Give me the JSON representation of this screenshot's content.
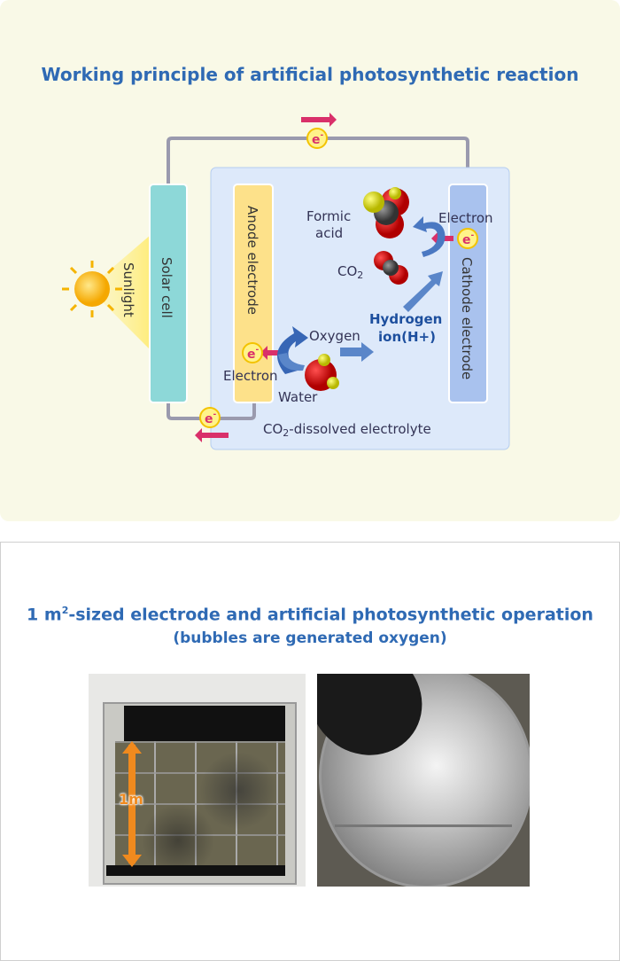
{
  "top": {
    "title": "Working principle of artificial photosynthetic reaction"
  },
  "diagram": {
    "sunlight": "Sunlight",
    "solar_cell": "Solar cell",
    "anode": "Anode electrode",
    "cathode": "Cathode electrode",
    "electron_symbol": "e",
    "electron_sup": "-",
    "formic_acid_1": "Formic",
    "formic_acid_2": "acid",
    "co2": "CO",
    "co2_sub": "2",
    "electron_cathode": "Electron",
    "electron_anode": "Electron",
    "oxygen": "Oxygen",
    "water": "Water",
    "hydrogen_1": "Hydrogen",
    "hydrogen_2": "ion(H+)",
    "electrolyte_pre": "CO",
    "electrolyte_sub": "2",
    "electrolyte_post": "-dissolved electrolyte"
  },
  "bottom": {
    "title_pre": "1 m",
    "title_sup": "2",
    "title_post": "-sized electrode and artificial photosynthetic operation",
    "subtitle": "(bubbles are generated oxygen)",
    "scale_label": "1m"
  },
  "colors": {
    "title": "#2f6ab4",
    "solar": "#8dd8d8",
    "anode": "#fde18a",
    "cathode": "#a9c2ee",
    "electron_arrow": "#d9306a"
  }
}
